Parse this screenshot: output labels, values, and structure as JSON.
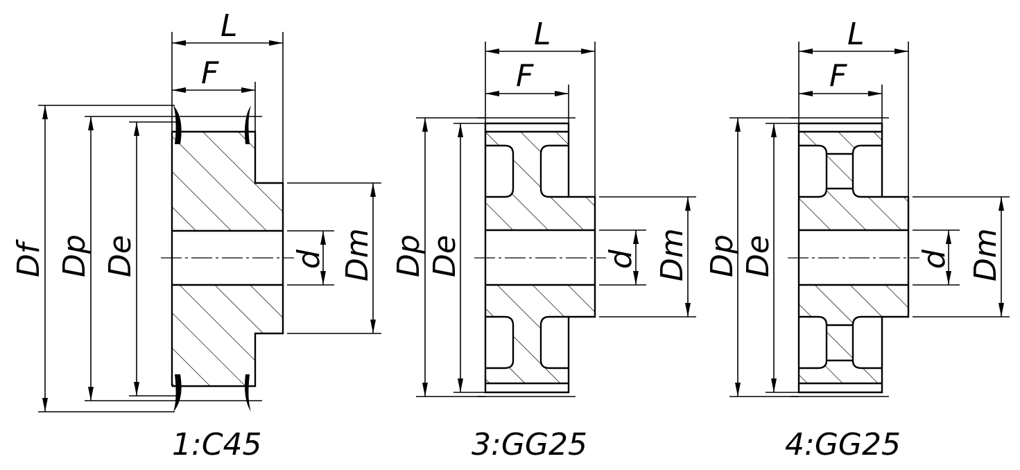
{
  "figures": [
    {
      "id": "fig1",
      "caption": "1:C45",
      "labels": {
        "L": "L",
        "F": "F",
        "Df": "Df",
        "Dp": "Dp",
        "De": "De",
        "d": "d",
        "Dm": "Dm"
      }
    },
    {
      "id": "fig3",
      "caption": "3:GG25",
      "labels": {
        "L": "L",
        "F": "F",
        "Dp": "Dp",
        "De": "De",
        "d": "d",
        "Dm": "Dm"
      }
    },
    {
      "id": "fig4",
      "caption": "4:GG25",
      "labels": {
        "L": "L",
        "F": "F",
        "Dp": "Dp",
        "De": "De",
        "d": "d",
        "Dm": "Dm"
      }
    }
  ],
  "colors": {
    "line": "#000000",
    "background": "#ffffff"
  }
}
